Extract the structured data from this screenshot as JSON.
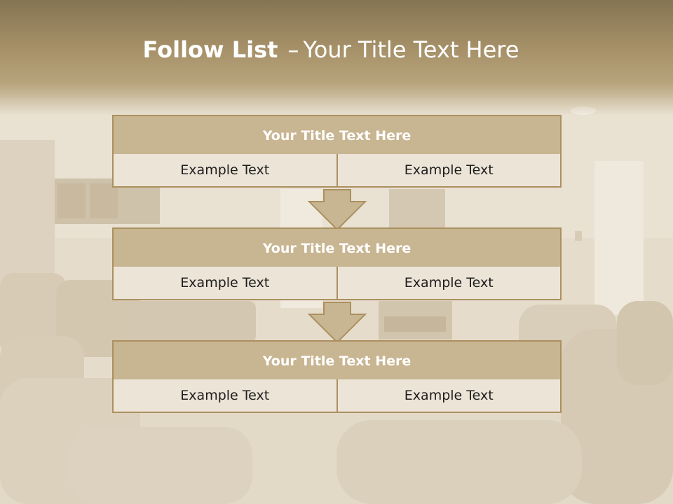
{
  "slide": {
    "title_bold": "Follow List",
    "title_separator": "–",
    "title_rest": "Your Title Text Here"
  },
  "blocks": [
    {
      "title": "Your Title Text Here",
      "left": "Example Text",
      "right": "Example Text"
    },
    {
      "title": "Your Title Text Here",
      "left": "Example Text",
      "right": "Example Text"
    },
    {
      "title": "Your Title Text Here",
      "left": "Example Text",
      "right": "Example Text"
    }
  ],
  "arrows": [
    "down-arrow",
    "down-arrow"
  ],
  "colors": {
    "header_brown": "#857453",
    "box_title": "#c8b591",
    "box_border": "#ab9060",
    "box_cell": "#ece4d7"
  }
}
